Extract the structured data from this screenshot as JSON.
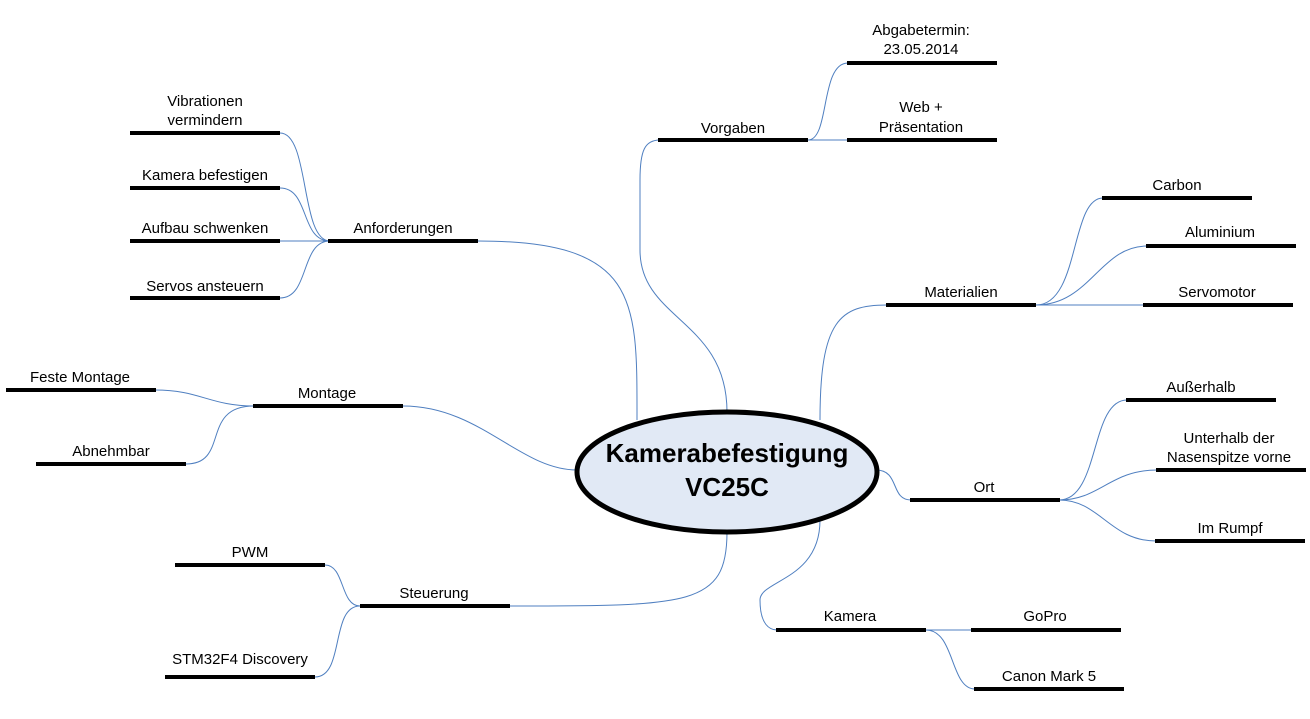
{
  "center": {
    "line1": "Kamerabefestigung",
    "line2": "VC25C"
  },
  "colors": {
    "link": "#4f7fc0",
    "center_fill": "#e1e9f5",
    "center_stroke": "#000000"
  },
  "branches": {
    "vorgaben": {
      "label": "Vorgaben",
      "children": {
        "abgabe": {
          "line1": "Abgabetermin:",
          "line2": "23.05.2014"
        },
        "web": {
          "line1": "Web +",
          "line2": "Präsentation"
        }
      }
    },
    "anforderungen": {
      "label": "Anforderungen",
      "children": {
        "vibrationen": {
          "line1": "Vibrationen",
          "line2": "vermindern"
        },
        "kamera_befestigen": {
          "line1": "Kamera befestigen"
        },
        "aufbau": {
          "line1": "Aufbau schwenken"
        },
        "servos": {
          "line1": "Servos ansteuern"
        }
      }
    },
    "materialien": {
      "label": "Materialien",
      "children": {
        "carbon": {
          "line1": "Carbon"
        },
        "aluminium": {
          "line1": "Aluminium"
        },
        "servomotor": {
          "line1": "Servomotor"
        }
      }
    },
    "montage": {
      "label": "Montage",
      "children": {
        "feste": {
          "line1": "Feste Montage"
        },
        "abnehmbar": {
          "line1": "Abnehmbar"
        }
      }
    },
    "ort": {
      "label": "Ort",
      "children": {
        "ausserhalb": {
          "line1": "Außerhalb"
        },
        "unterhalb": {
          "line1": "Unterhalb der",
          "line2": "Nasenspitze vorne"
        },
        "rumpf": {
          "line1": "Im Rumpf"
        }
      }
    },
    "steuerung": {
      "label": "Steuerung",
      "children": {
        "pwm": {
          "line1": "PWM"
        },
        "stm32": {
          "line1": "STM32F4 Discovery"
        }
      }
    },
    "kamera": {
      "label": "Kamera",
      "children": {
        "gopro": {
          "line1": "GoPro"
        },
        "canon": {
          "line1": "Canon Mark 5"
        }
      }
    }
  }
}
